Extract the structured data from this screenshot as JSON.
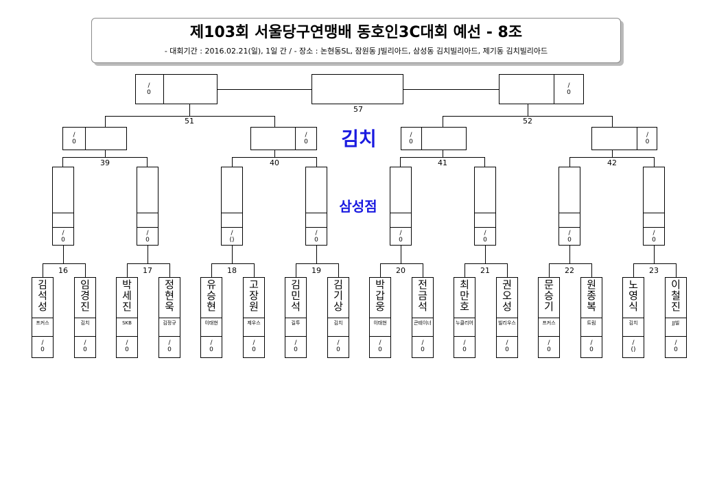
{
  "header": {
    "title": "제103회 서울당구연맹배 동호인3C대회 예선 - 8조",
    "subtitle": "- 대회기간 : 2016.02.21(일), 1일 간 / - 장소 : 논현동SL, 잠원동 J빌리아드, 삼성동 김치빌리아드, 제기동 김치빌리아드"
  },
  "venues": {
    "top": "김치",
    "middle": "삼성점"
  },
  "final": {
    "number": "57",
    "left_score": "/\n0",
    "right_score": "/\n0"
  },
  "semis": [
    {
      "number": "51",
      "left_score": "/\n0",
      "right_score": "/\n0"
    },
    {
      "number": "52",
      "left_score": "/\n0",
      "right_score": "/\n0"
    }
  ],
  "quarters": [
    {
      "number": "39",
      "score": "/\n0"
    },
    {
      "number": "40",
      "score": "/\n0"
    },
    {
      "number": "41",
      "score": "/\n0"
    },
    {
      "number": "42",
      "score": "/\n0"
    }
  ],
  "round16_scores": [
    "/\n0",
    "/\n0",
    "/\n()",
    "/\n0",
    "/\n0",
    "/\n0",
    "/\n0",
    "/\n0"
  ],
  "round32": [
    {
      "number": "16",
      "players": [
        {
          "name": "김석성",
          "club": "프커스",
          "score": "/\n0"
        },
        {
          "name": "임경진",
          "club": "김치",
          "score": "/\n0"
        }
      ]
    },
    {
      "number": "17",
      "players": [
        {
          "name": "박세진",
          "club": "SKB",
          "score": "/\n0"
        },
        {
          "name": "정현욱",
          "club": "김정규",
          "score": "/\n0"
        }
      ]
    },
    {
      "number": "18",
      "players": [
        {
          "name": "유승현",
          "club": "이태현",
          "score": "/\n0"
        },
        {
          "name": "고장원",
          "club": "제우스",
          "score": "/\n0"
        }
      ]
    },
    {
      "number": "19",
      "players": [
        {
          "name": "김민석",
          "club": "길투",
          "score": "/\n0"
        },
        {
          "name": "김기상",
          "club": "김치",
          "score": "/\n0"
        }
      ]
    },
    {
      "number": "20",
      "players": [
        {
          "name": "박갑웅",
          "club": "이태현",
          "score": "/\n0"
        },
        {
          "name": "전금석",
          "club": "큰테이너",
          "score": "/\n0"
        }
      ]
    },
    {
      "number": "21",
      "players": [
        {
          "name": "최만호",
          "club": "누클리어",
          "score": "/\n0"
        },
        {
          "name": "권오성",
          "club": "빌리우스",
          "score": "/\n0"
        }
      ]
    },
    {
      "number": "22",
      "players": [
        {
          "name": "문승기",
          "club": "프커스",
          "score": "/\n0"
        },
        {
          "name": "원종복",
          "club": "트림",
          "score": "/\n0"
        }
      ]
    },
    {
      "number": "23",
      "players": [
        {
          "name": "노영식",
          "club": "김치",
          "score": "/\n()"
        },
        {
          "name": "이철진",
          "club": "JJ빌",
          "score": "/\n0"
        }
      ]
    }
  ]
}
